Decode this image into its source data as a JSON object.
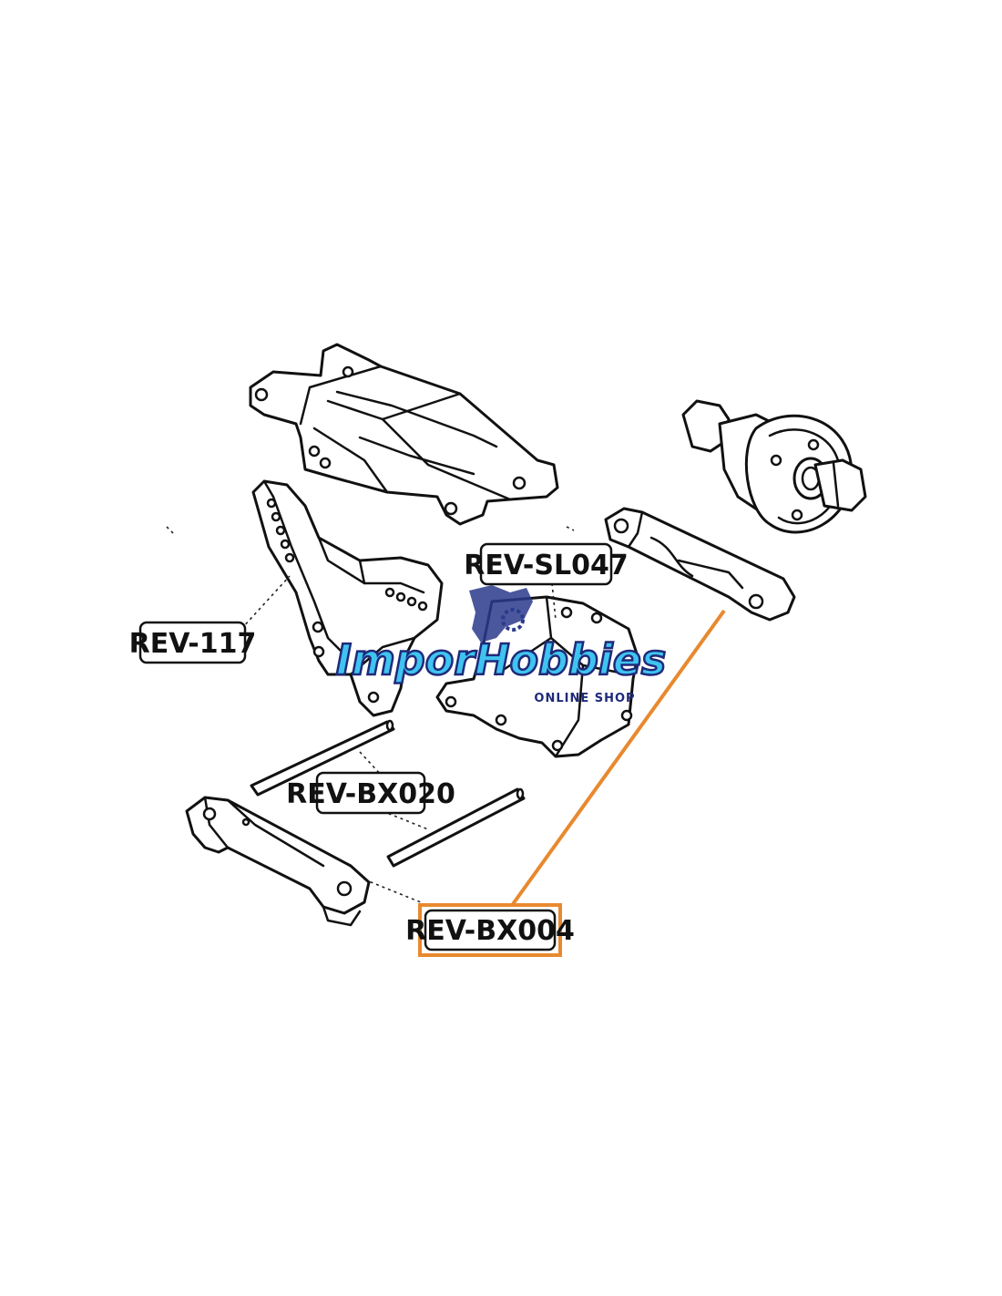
{
  "labels": {
    "rev_117": "REV-117",
    "rev_sl047": "REV-SL047",
    "rev_bx020": "REV-BX020",
    "rev_bx004": "REV-BX004"
  },
  "highlighted_part": "REV-BX004",
  "colors": {
    "highlight": "#e8892f",
    "line": "#111111",
    "watermark_fill": "#3fc4f0",
    "watermark_outline": "#1f2a7a"
  },
  "watermark": {
    "brand": "ImporHobbies",
    "tagline": "ONLINE SHOP"
  }
}
